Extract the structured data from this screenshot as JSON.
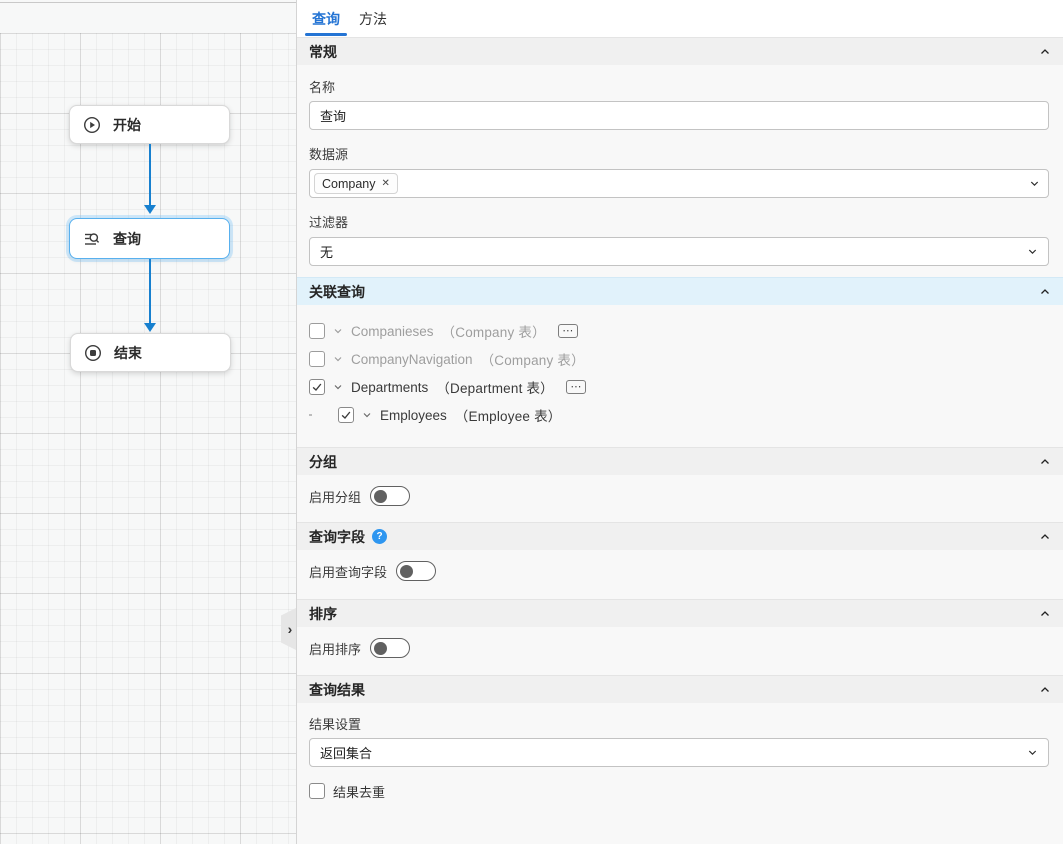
{
  "tabs": {
    "query": "查询",
    "method": "方法"
  },
  "glyphs": {
    "more": "⋯",
    "close": "✕",
    "help": "?",
    "collapse": "›"
  },
  "canvas": {
    "nodes": {
      "start": {
        "label": "开始",
        "icon": "play-circle-icon"
      },
      "query": {
        "label": "查询",
        "icon": "search-list-icon",
        "selected": true
      },
      "end": {
        "label": "结束",
        "icon": "stop-circle-icon"
      }
    }
  },
  "panel": {
    "general": {
      "title": "常规",
      "name_label": "名称",
      "name_value": "查询",
      "datasource_label": "数据源",
      "datasource_tag": "Company",
      "filter_label": "过滤器",
      "filter_value": "无"
    },
    "related": {
      "title": "关联查询",
      "items": [
        {
          "name": "Companieses",
          "table": "（Company 表）",
          "checked": false,
          "has_more": true,
          "indent": false
        },
        {
          "name": "CompanyNavigation",
          "table": "（Company 表）",
          "checked": false,
          "has_more": false,
          "indent": false
        },
        {
          "name": "Departments",
          "table": "（Department 表）",
          "checked": true,
          "has_more": true,
          "indent": false
        },
        {
          "name": "Employees",
          "table": "（Employee 表）",
          "checked": true,
          "has_more": false,
          "indent": true
        }
      ]
    },
    "grouping": {
      "title": "分组",
      "toggle_label": "启用分组",
      "enabled": false
    },
    "query_fields": {
      "title": "查询字段",
      "toggle_label": "启用查询字段",
      "enabled": false,
      "has_help": true
    },
    "sorting": {
      "title": "排序",
      "toggle_label": "启用排序",
      "enabled": false
    },
    "results": {
      "title": "查询结果",
      "setting_label": "结果设置",
      "setting_value": "返回集合",
      "dedup_label": "结果去重",
      "dedup_checked": false
    }
  },
  "colors": {
    "accent": "#2474d4",
    "arrow": "#1780cf",
    "selected_node_border": "#58b0ee",
    "related_header_bg": "#e1f2fb",
    "help_icon": "#2e96f0"
  }
}
